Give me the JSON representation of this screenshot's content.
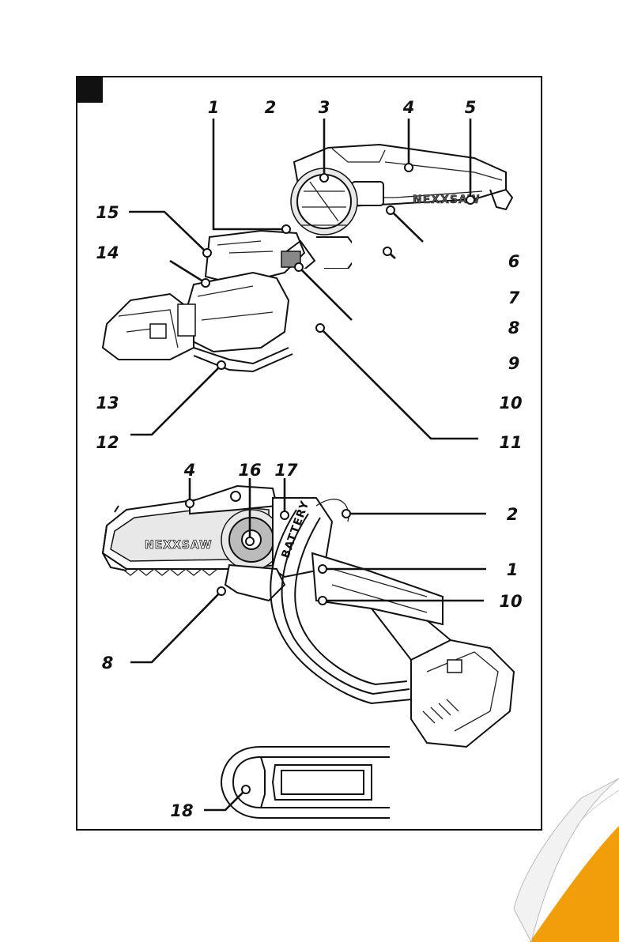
{
  "figure": {
    "label": "",
    "brand_text_top": "NEXXSAW",
    "brand_text_side": "NEXXSAW",
    "battery_label": "BATTERY"
  },
  "top_view_callouts": {
    "c1": "1",
    "c2": "2",
    "c3": "3",
    "c4": "4",
    "c5": "5",
    "c6": "6",
    "c7": "7",
    "c8": "8",
    "c9": "9",
    "c10": "10",
    "c11": "11",
    "c12": "12",
    "c13": "13",
    "c14": "14",
    "c15": "15"
  },
  "side_view_callouts": {
    "c4": "4",
    "c16": "16",
    "c17": "17",
    "c2": "2",
    "c1": "1",
    "c10": "10",
    "c8": "8"
  },
  "cover_callouts": {
    "c18": "18"
  },
  "colors": {
    "page_curl_accent": "#f29d0a",
    "line": "#111111"
  }
}
